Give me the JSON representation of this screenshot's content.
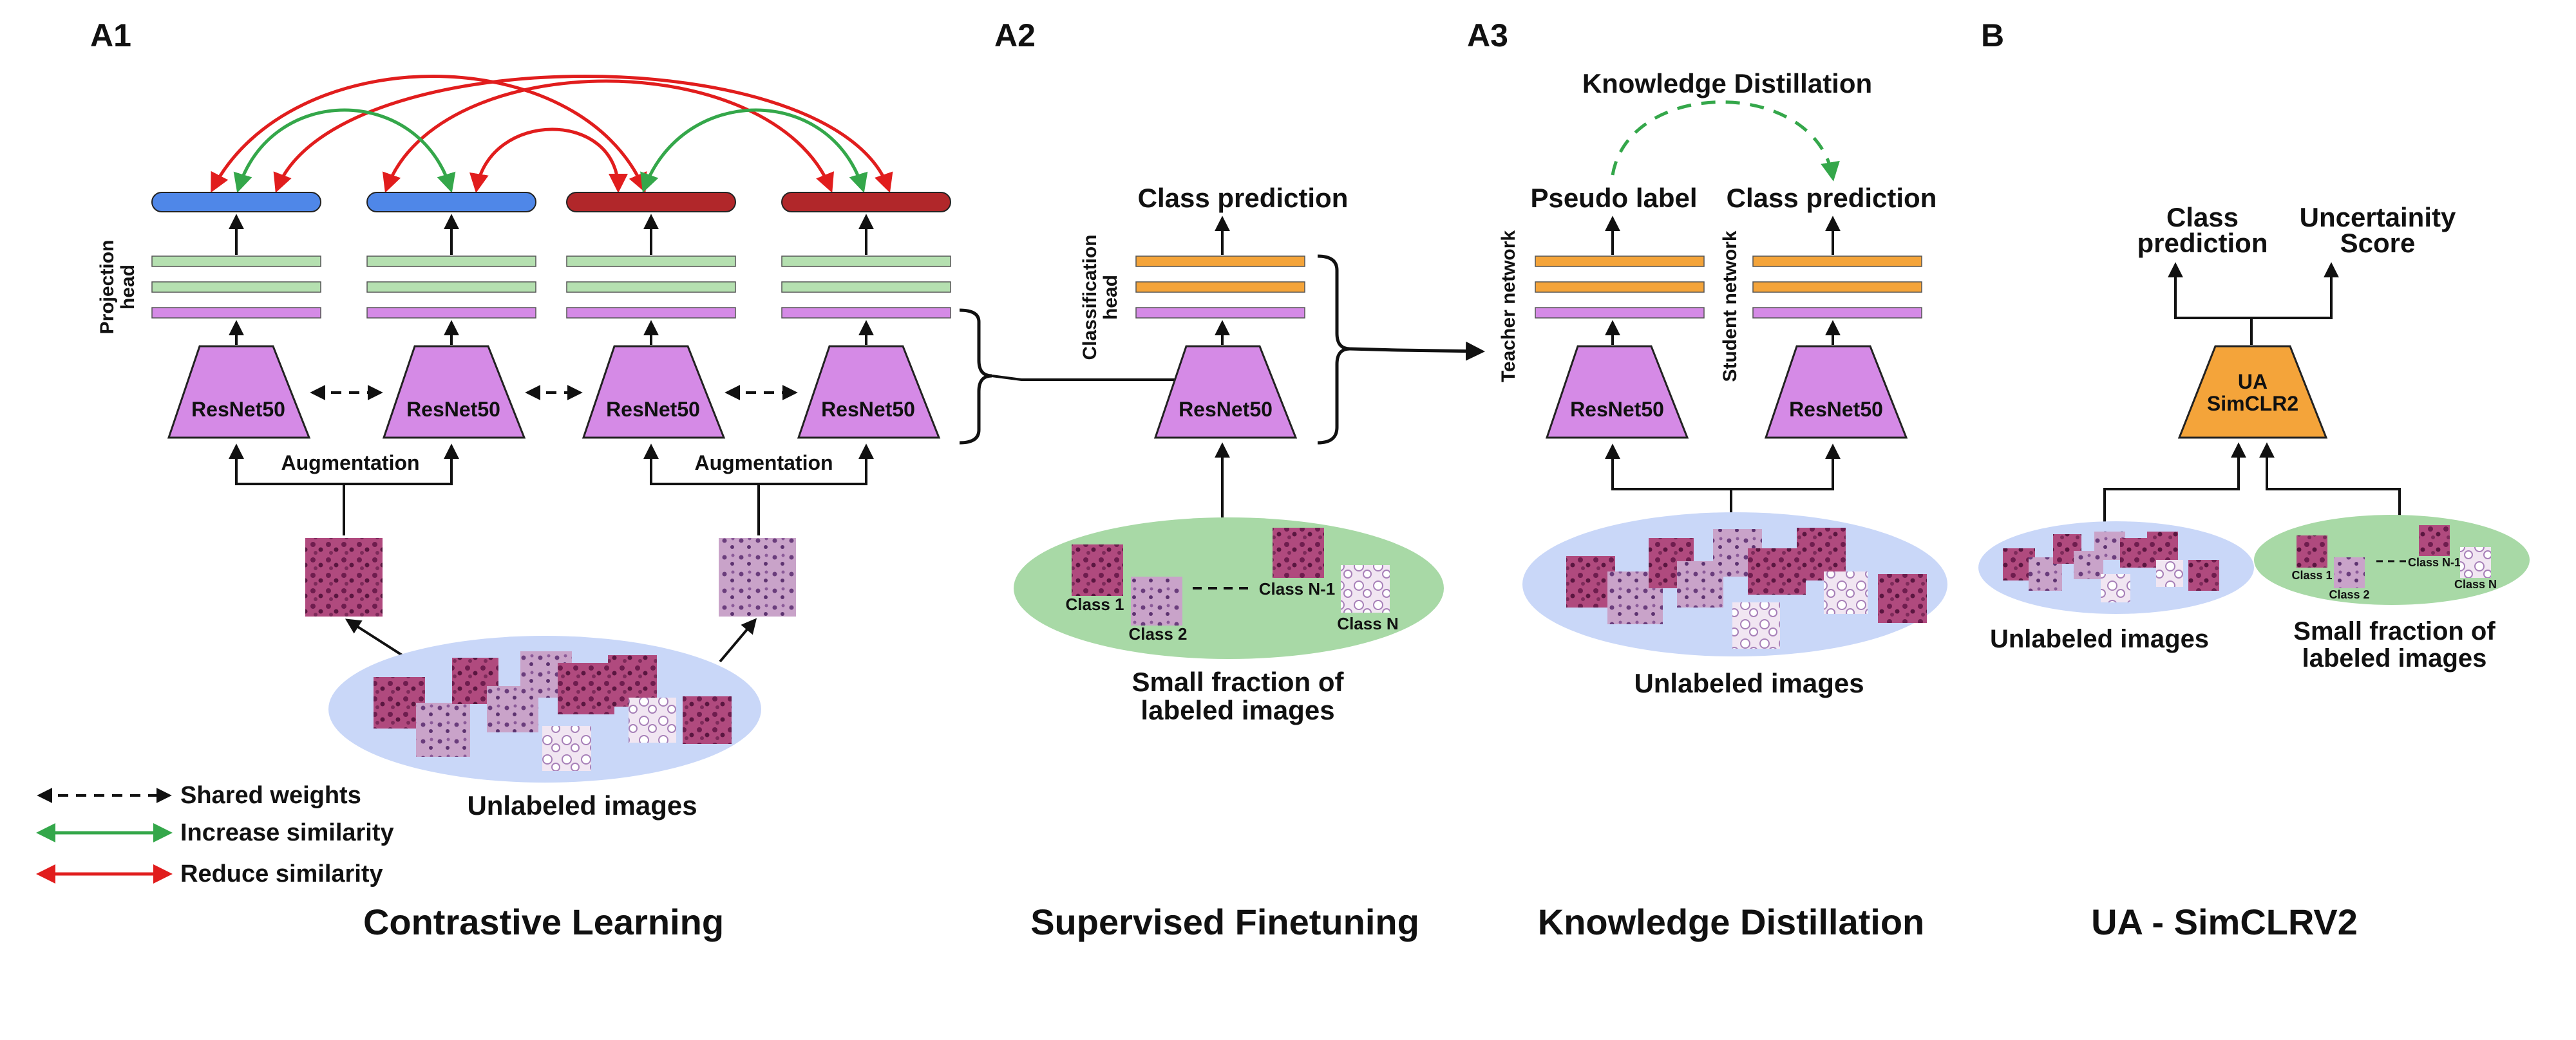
{
  "panels": {
    "a1": "A1",
    "a2": "A2",
    "a3": "A3",
    "b": "B"
  },
  "encoder_label": "ResNet50",
  "augmentation_label": "Augmentation",
  "projection_head_line1": "Projection",
  "projection_head_line2": "head",
  "classification_head_line1": "Classification",
  "classification_head_line2": "head",
  "class_prediction": "Class prediction",
  "pseudo_label": "Pseudo label",
  "knowledge_distillation_top": "Knowledge Distillation",
  "teacher_network": "Teacher network",
  "student_network": "Student network",
  "unlabeled_images": "Unlabeled images",
  "small_fraction_line1": "Small fraction of",
  "small_fraction_line2": "labeled images",
  "class_labels": {
    "class1": "Class 1",
    "class2": "Class 2",
    "classN1": "Class N-1",
    "classN": "Class N"
  },
  "legend": {
    "shared": "Shared weights",
    "increase": "Increase similarity",
    "reduce": "Reduce similarity"
  },
  "b_panel": {
    "class_line1": "Class",
    "class_line2": "prediction",
    "uncert_line1": "Uncertainity",
    "uncert_line2": "Score",
    "model_line1": "UA",
    "model_line2": "SimCLR2"
  },
  "captions": {
    "contrastive": "Contrastive Learning",
    "finetune": "Supervised Finetuning",
    "distill": "Knowledge Distillation",
    "ua": "UA - SimCLRV2"
  },
  "colors": {
    "encoder": "#d58ae6",
    "projection": "#b5e0b0",
    "orange": "#f4a43a",
    "blue": "#4f87e8",
    "dark_red": "#b1272a",
    "ellipse_blue": "#c9d7f8",
    "ellipse_green": "#a8d9a6",
    "reduce": "#e11d1d",
    "increase": "#34a74a",
    "distill": "#34a74a",
    "tissue": "#a8356b",
    "tissue_light": "#c9a3c9"
  }
}
